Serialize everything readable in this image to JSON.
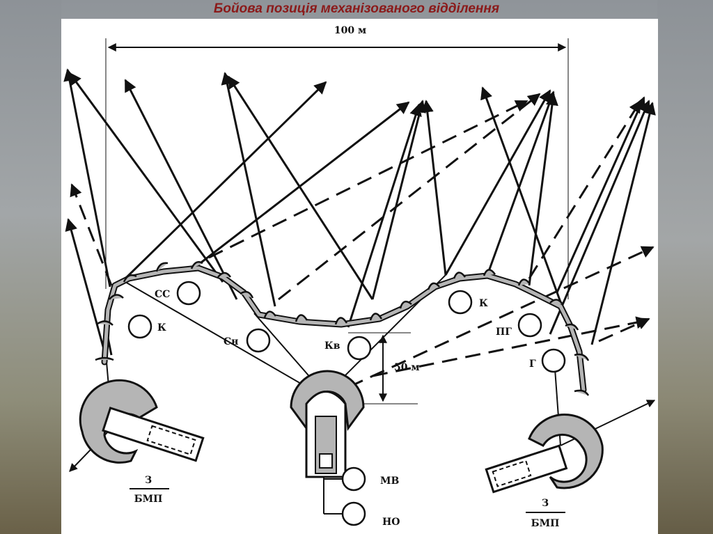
{
  "title": "Бойова позиція механізованого відділення",
  "dimensions": {
    "width_label": "100 м",
    "depth_label": "50 м"
  },
  "positions": {
    "ss": "СС",
    "k_left": "К",
    "sn": "Сн",
    "kv": "Кв",
    "k_right": "К",
    "pg": "ПГ",
    "g": "Г",
    "mv": "МВ",
    "no": "НО"
  },
  "bmp_left": {
    "numerator": "З",
    "denominator": "БМП"
  },
  "bmp_right": {
    "numerator": "З",
    "denominator": "БМП"
  },
  "colors": {
    "title": "#8b1a1a",
    "trench_fill": "#b5b5b5",
    "line": "#111111"
  }
}
